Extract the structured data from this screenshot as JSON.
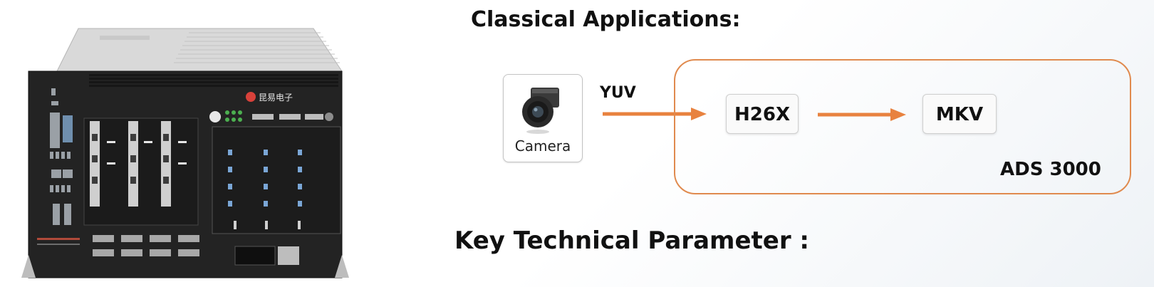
{
  "device": {
    "name": "industrial-controller",
    "vendor_logo_text": "昆易电子"
  },
  "classical": {
    "heading": "Classical Applications:"
  },
  "flow": {
    "camera_label": "Camera",
    "link_label": "YUV",
    "encoder_label": "H26X",
    "container_label": "MKV",
    "system_label": "ADS 3000",
    "accent_color": "#e8823f"
  },
  "key": {
    "heading": "Key Technical Parameter :"
  }
}
